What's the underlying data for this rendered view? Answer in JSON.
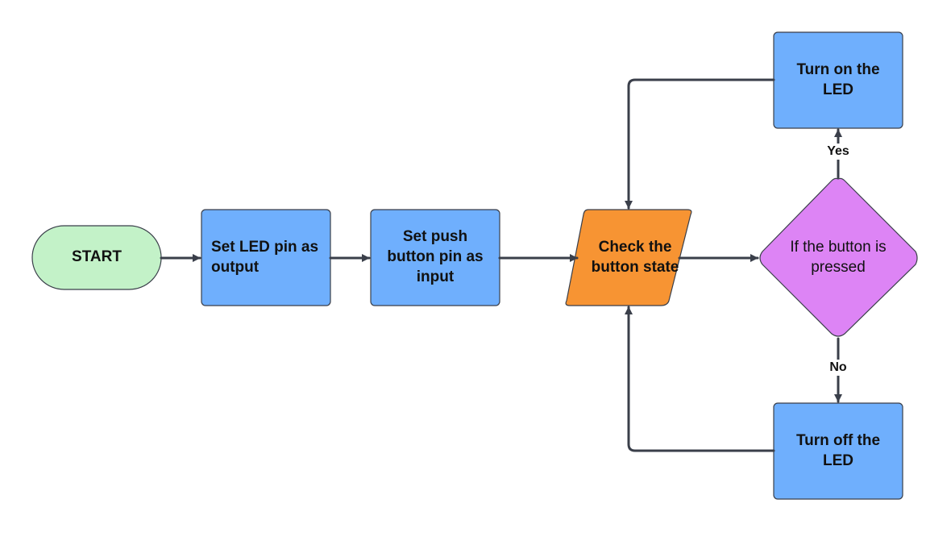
{
  "colors": {
    "start_fill": "#c3f2c8",
    "process_fill": "#6faffd",
    "io_fill": "#f79433",
    "decision_fill": "#dd84f5",
    "line": "#3a3f4a"
  },
  "nodes": {
    "start": {
      "label": "START"
    },
    "set_led": {
      "label": "Set LED pin as output"
    },
    "set_button": {
      "label": "Set push button pin as input"
    },
    "check_state": {
      "label": "Check the button state"
    },
    "decision": {
      "label": "If the button is pressed"
    },
    "turn_on": {
      "label": "Turn on the LED"
    },
    "turn_off": {
      "label": "Turn off the LED"
    }
  },
  "edges": {
    "yes_label": "Yes",
    "no_label": "No"
  }
}
